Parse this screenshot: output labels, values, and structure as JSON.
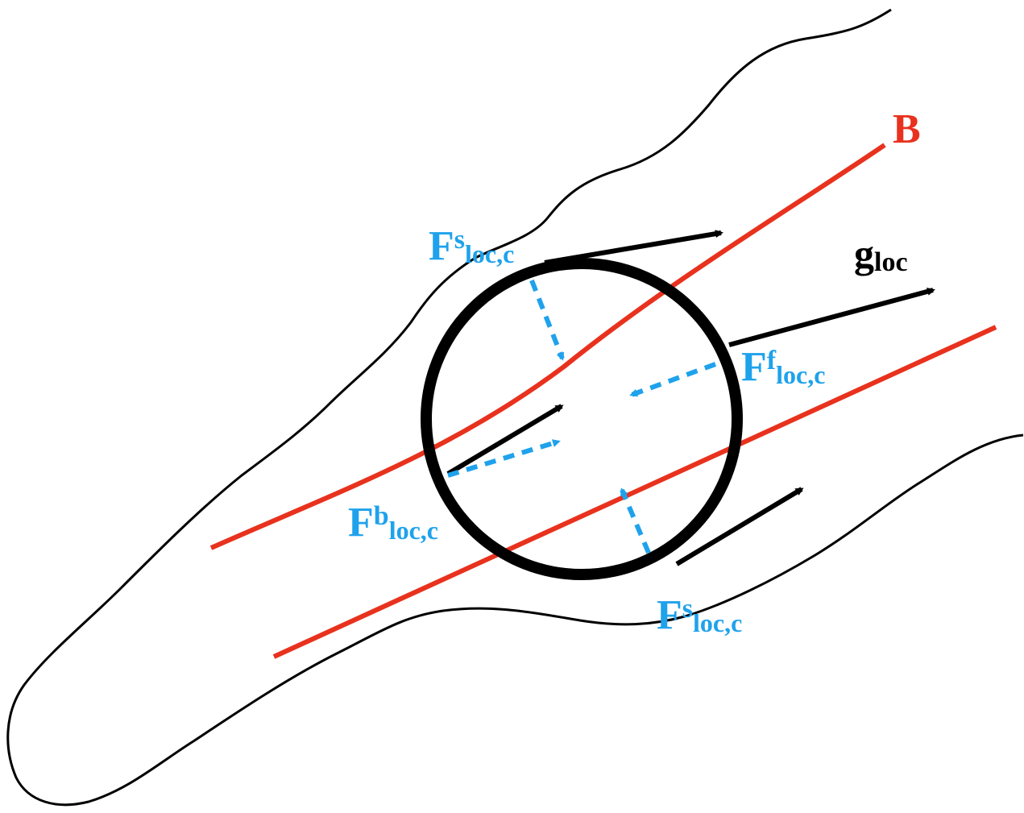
{
  "colors": {
    "outline": "#000000",
    "boundary_line": "#e8321e",
    "force": "#1fa2ec",
    "vector": "#000000"
  },
  "labels": {
    "boundary": "B",
    "gradient": {
      "main": "g",
      "sub": "loc"
    },
    "surface_force_top": {
      "main": "F",
      "sup": "s",
      "sub": "loc,c"
    },
    "surface_force_bottom": {
      "main": "F",
      "sup": "s",
      "sub": "loc,c"
    },
    "front_force": {
      "main": "F",
      "sup": "f",
      "sub": "loc,c"
    },
    "back_force": {
      "main": "F",
      "sup": "b",
      "sub": "loc,c"
    }
  }
}
